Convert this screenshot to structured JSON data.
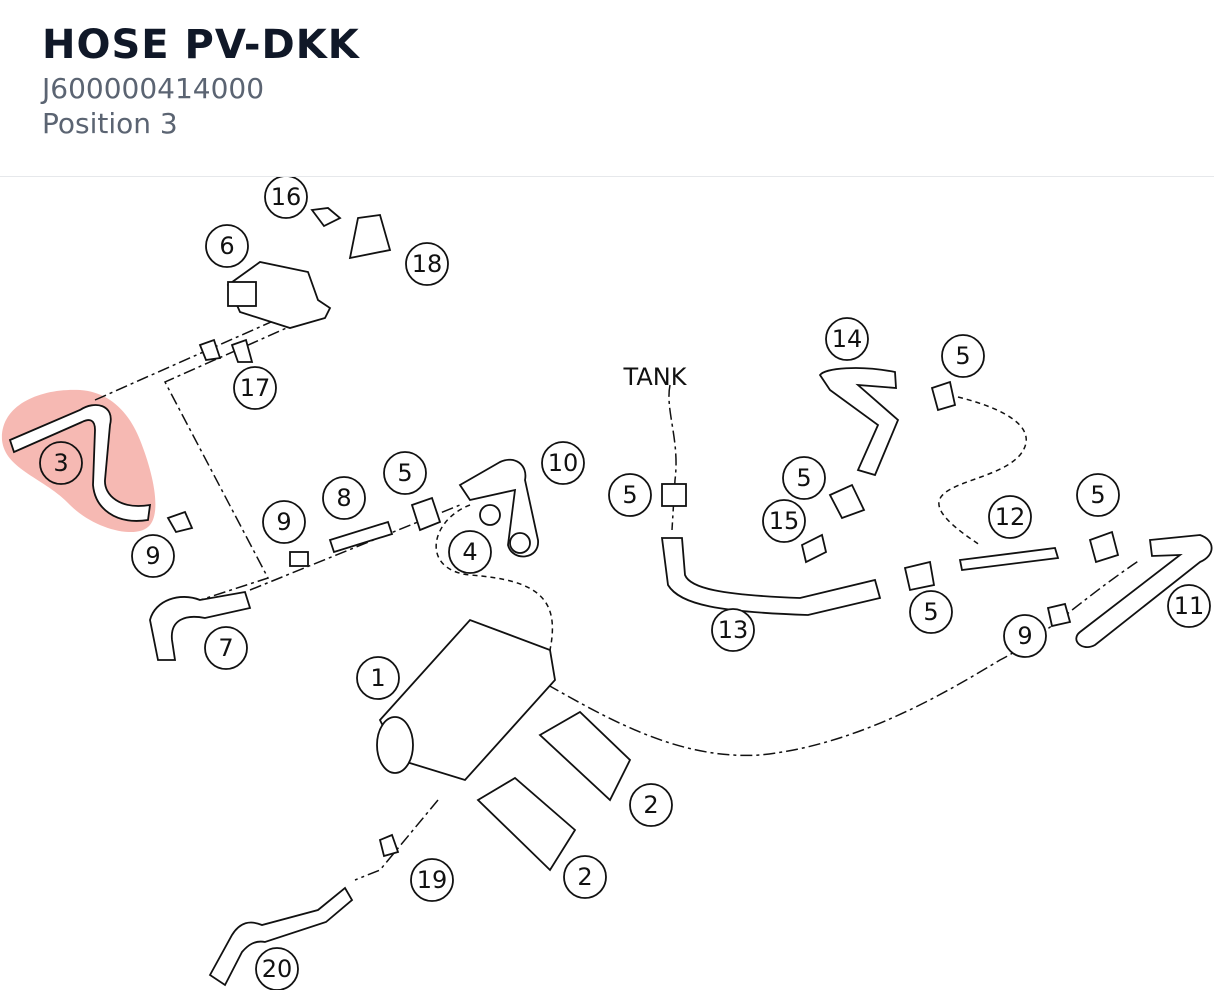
{
  "part": {
    "title": "HOSE PV-DKK",
    "number": "J600000414000",
    "position": "Position 3"
  },
  "diagram": {
    "highlight_color": "#f08b80",
    "highlighted_callout": "3",
    "labels": {
      "tank": "TANK"
    },
    "callouts": [
      "16",
      "6",
      "18",
      "17",
      "3",
      "9",
      "9",
      "8",
      "5",
      "10",
      "4",
      "7",
      "1",
      "2",
      "2",
      "19",
      "20",
      "5",
      "13",
      "14",
      "5",
      "5",
      "15",
      "12",
      "5",
      "5",
      "11",
      "9"
    ]
  }
}
